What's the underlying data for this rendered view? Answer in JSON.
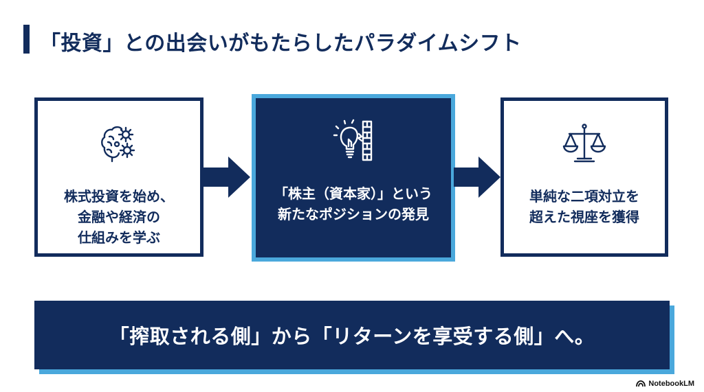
{
  "title": "「投資」との出会いがもたらしたパラダイムシフト",
  "steps": [
    {
      "icon": "brain-gears-icon",
      "lines": [
        "株式投資を始め、",
        "金融や経済の",
        "仕組みを学ぶ"
      ]
    },
    {
      "icon": "lightbulb-wall-icon",
      "lines": [
        "「株主（資本家）」という",
        "新たなポジションの発見"
      ]
    },
    {
      "icon": "balance-scale-icon",
      "lines": [
        "単純な二項対立を",
        "超えた視座を獲得"
      ]
    }
  ],
  "banner": "「搾取される側」から「リターンを享受する側」へ。",
  "brand": "NotebookLM",
  "colors": {
    "navy": "#122c5c",
    "accent": "#4aa8dc",
    "white": "#ffffff"
  }
}
